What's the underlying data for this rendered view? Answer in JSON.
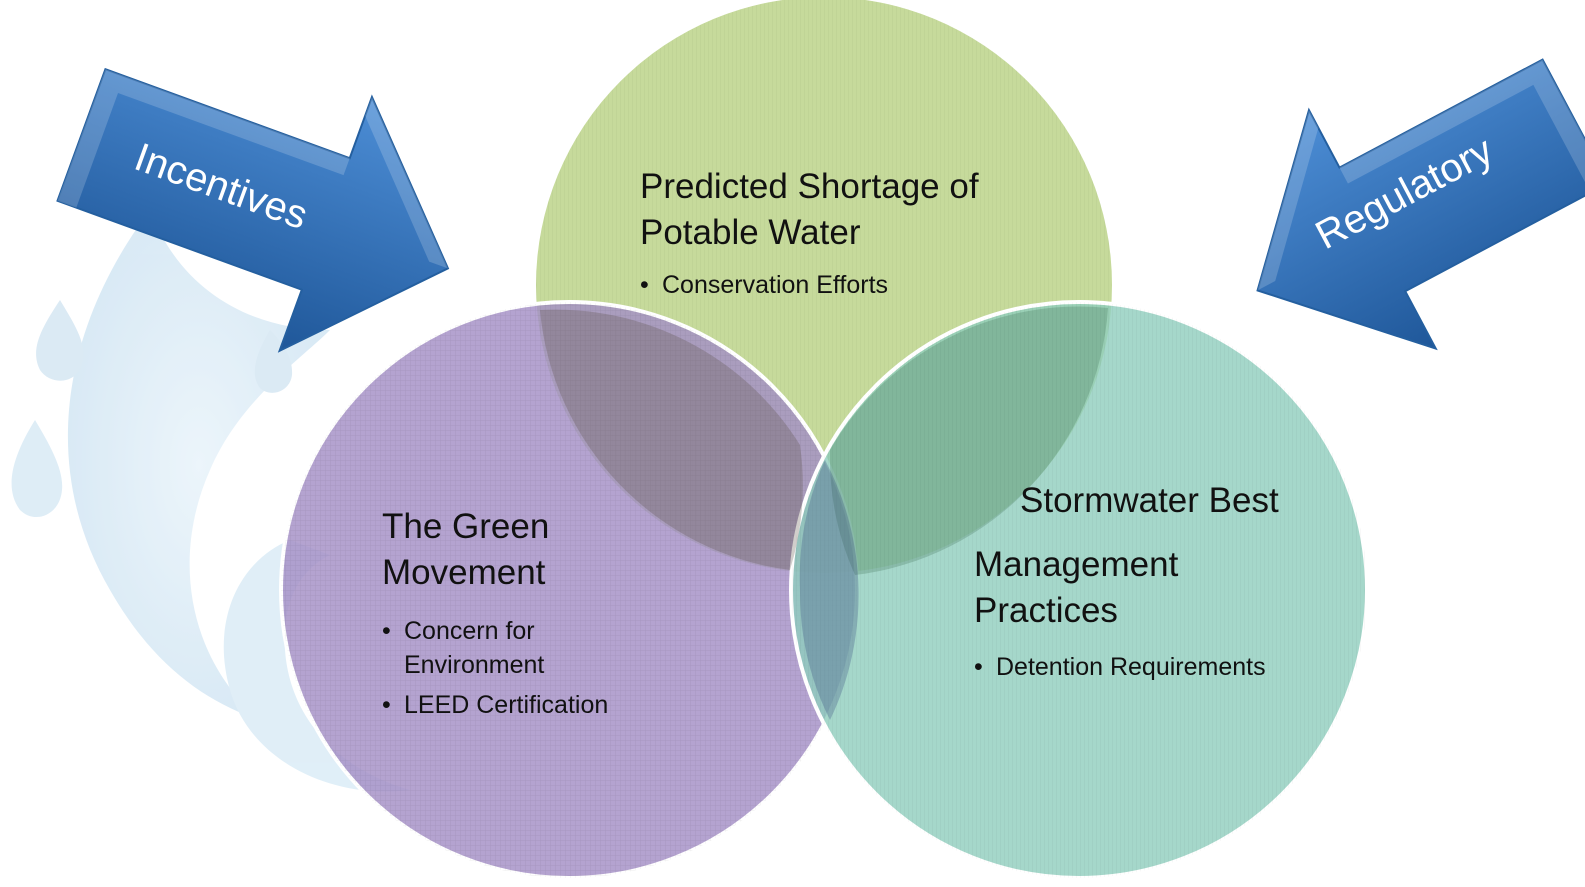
{
  "arrows": {
    "left_label": "Incentives",
    "right_label": "Regulatory"
  },
  "circles": {
    "top": {
      "heading_line1": "Predicted Shortage of",
      "heading_line2": "Potable Water",
      "bullets": [
        "Conservation Efforts"
      ]
    },
    "left": {
      "heading_line1": "The Green",
      "heading_line2": "Movement",
      "bullets": [
        "Concern for Environment",
        "LEED Certification"
      ]
    },
    "right": {
      "heading_line1": "Stormwater Best",
      "heading_line2": "Management",
      "heading_line3": "Practices",
      "bullets": [
        "Detention Requirements"
      ]
    }
  },
  "colors": {
    "top_circle": "#bcd489",
    "left_circle": "#a38fc6",
    "right_circle": "#8fcdbd",
    "arrow_blue": "#2f6bb3",
    "watermark": "#cfe5f3"
  }
}
